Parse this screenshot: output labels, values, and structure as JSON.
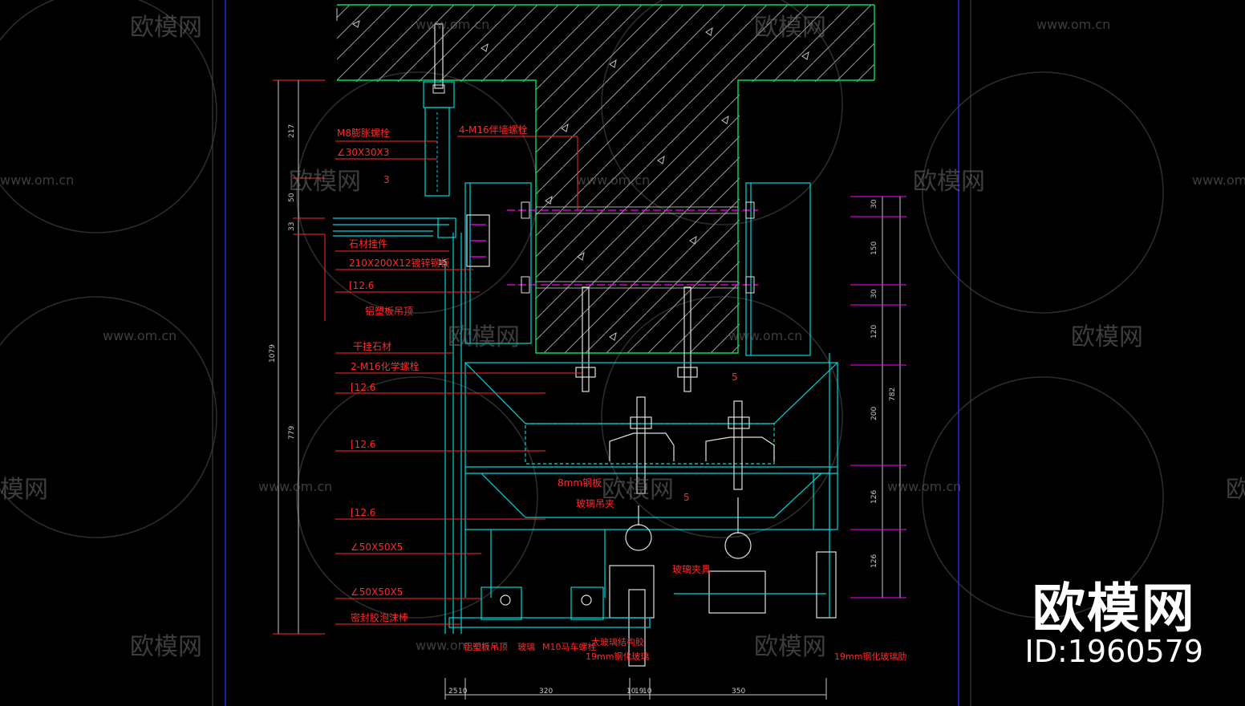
{
  "watermark": {
    "site": "www.om.cn",
    "brand": "欧模网",
    "brand_short": "模网",
    "id": "ID:1960579"
  },
  "colors": {
    "background": "#000000",
    "annotation": "#ff2a2a",
    "frame": "#3333ff",
    "steel": "#00d6d6",
    "concrete": "#00e05a",
    "hatch": "#bfbfbf",
    "bolt": "#e0e0e0",
    "magenta": "#ff00ff",
    "dim": "#c8c8c8"
  },
  "drawing": {
    "left_labels": [
      "M8膨胀螺栓",
      "∠30X30X3",
      "石材挂件",
      "210X200X12镀锌钢板",
      "[12.6",
      "铝塑板吊顶",
      "干挂石材",
      "2-M16化学螺栓",
      "[12.6",
      "[12.6",
      "[12.6",
      "∠50X50X5",
      "∠50X50X5",
      "密封胶泡沫棒"
    ],
    "top_label": "4-M16伴墙螺栓",
    "center_labels": [
      "8mm钢板",
      "玻璃吊夹"
    ],
    "right_label_clamp": "玻璃夹具",
    "bottom_labels": [
      "铝塑板吊顶",
      "玻璃",
      "M10马车螺栓",
      "大玻璃结构胶",
      "19mm钢化玻璃",
      "19mm钢化玻璃肋"
    ],
    "angle_marks": [
      "3",
      "5",
      "5"
    ],
    "left_dims": [
      "217",
      "50",
      "33",
      "1079",
      "779"
    ],
    "right_dims": [
      "30",
      "150",
      "30",
      "120",
      "782",
      "200",
      "126",
      "126"
    ],
    "bottom_dims": [
      "25",
      "10",
      "320",
      "10",
      "19",
      "10",
      "350"
    ],
    "small_dim": "15"
  }
}
